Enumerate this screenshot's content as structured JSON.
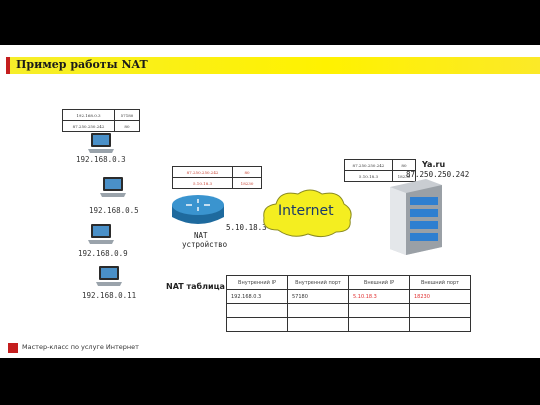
{
  "title": "Пример работы NAT",
  "host_table": {
    "rows": [
      [
        "192.168.0.3",
        "57180"
      ],
      [
        "87.250.250.242",
        "80"
      ]
    ]
  },
  "router_table": {
    "rows": [
      [
        "87.250.250.242",
        "80"
      ],
      [
        "5.10.18.3",
        "18230"
      ]
    ]
  },
  "server_table": {
    "rows": [
      [
        "87.250.250.242",
        "80"
      ],
      [
        "5.10.18.3",
        "18230"
      ]
    ]
  },
  "hosts": [
    "192.168.0.3",
    "192.168.0.5",
    "192.168.0.9",
    "192.168.0.11"
  ],
  "router": {
    "ip": "5.10.18.3",
    "label_line1": "NAT",
    "label_line2": "устройство"
  },
  "cloud_label": "Internet",
  "server": {
    "name": "Ya.ru",
    "ip": "87.250.250.242"
  },
  "nat_table": {
    "caption": "NAT таблица",
    "headers": [
      "Внутренний IP",
      "Внутренний порт",
      "Внешний IP",
      "Внешний порт"
    ],
    "rows": [
      [
        "192.168.0.3",
        "57180",
        "5.10.18.3",
        "18230"
      ],
      [
        "",
        "",
        "",
        ""
      ],
      [
        "",
        "",
        "",
        ""
      ]
    ]
  },
  "footer": "Мастер-класс по услуге Интернет",
  "colors": {
    "accent_red": "#c41e1e",
    "title_yellow": "#fff200",
    "highlight_red": "#e03030",
    "router_blue": "#2a7fb8"
  }
}
